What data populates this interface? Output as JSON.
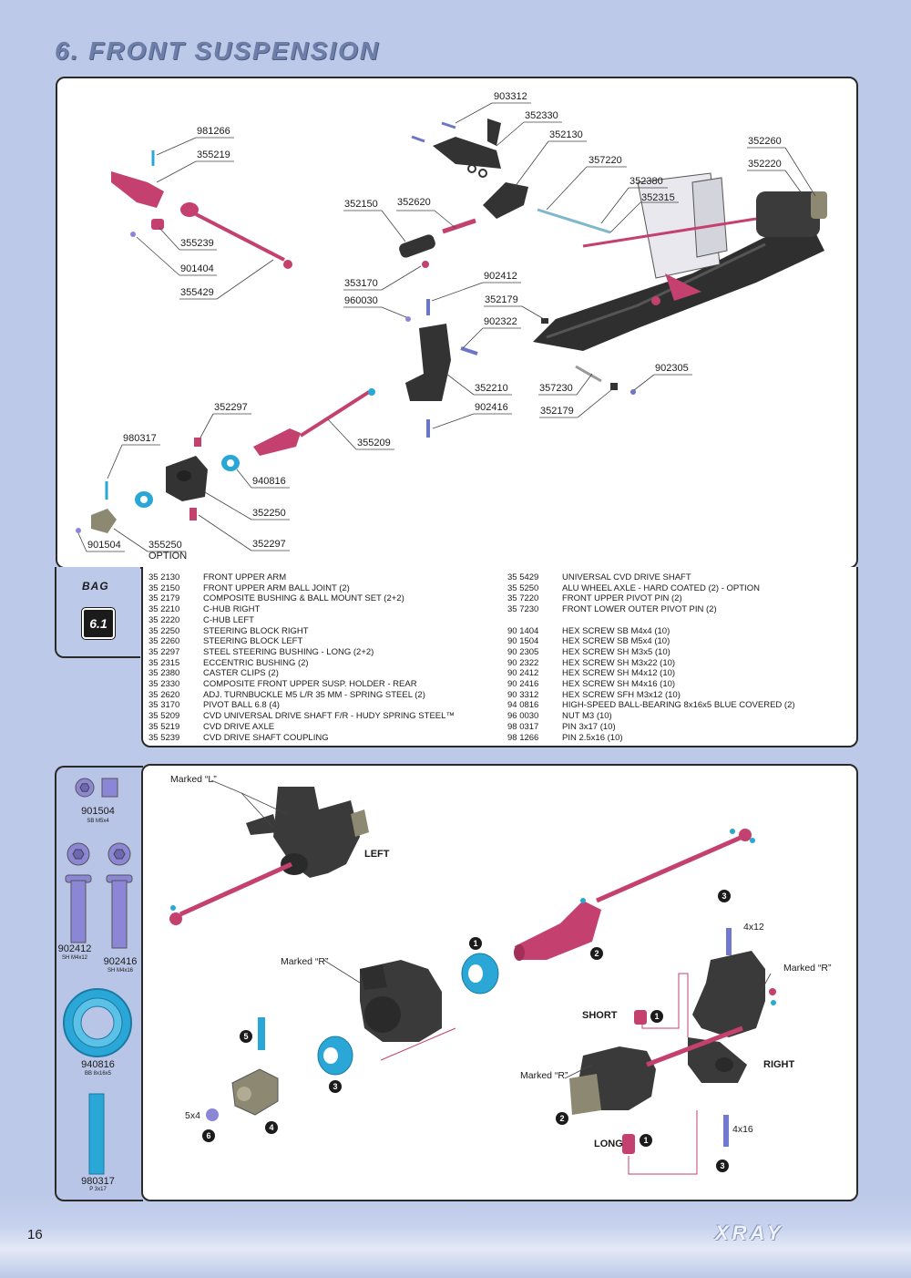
{
  "header": {
    "title": "6. FRONT SUSPENSION"
  },
  "callouts": {
    "c903312": "903312",
    "c352330": "352330",
    "c352130": "352130",
    "c352260": "352260",
    "c981266": "981266",
    "c355219": "355219",
    "c357220": "357220",
    "c352220": "352220",
    "c352380": "352380",
    "c352315": "352315",
    "c352150": "352150",
    "c352620": "352620",
    "c355239": "355239",
    "c901404": "901404",
    "c355429": "355429",
    "c353170": "353170",
    "c960030": "960030",
    "c902412": "902412",
    "c352179a": "352179",
    "c902322": "902322",
    "c902305": "902305",
    "c357230": "357230",
    "c352210": "352210",
    "c902416": "902416",
    "c352179b": "352179",
    "c352297a": "352297",
    "c355209": "355209",
    "c980317": "980317",
    "c940816": "940816",
    "c352250": "352250",
    "c352297b": "352297",
    "c901504": "901504",
    "c355250": "355250",
    "c_option": "OPTION"
  },
  "bag": {
    "label": "BAG",
    "number": "6.1"
  },
  "parts_left": [
    {
      "num": "35 2130",
      "desc": "FRONT UPPER ARM"
    },
    {
      "num": "35 2150",
      "desc": "FRONT UPPER ARM BALL JOINT (2)"
    },
    {
      "num": "35 2179",
      "desc": "COMPOSITE BUSHING & BALL MOUNT SET (2+2)"
    },
    {
      "num": "35 2210",
      "desc": "C-HUB RIGHT"
    },
    {
      "num": "35 2220",
      "desc": "C-HUB LEFT"
    },
    {
      "num": "35 2250",
      "desc": "STEERING BLOCK RIGHT"
    },
    {
      "num": "35 2260",
      "desc": "STEERING BLOCK LEFT"
    },
    {
      "num": "35 2297",
      "desc": "STEEL STEERING BUSHING - LONG (2+2)"
    },
    {
      "num": "35 2315",
      "desc": "ECCENTRIC BUSHING (2)"
    },
    {
      "num": "35 2380",
      "desc": "CASTER CLIPS (2)"
    },
    {
      "num": "35 2330",
      "desc": "COMPOSITE FRONT UPPER SUSP. HOLDER - REAR"
    },
    {
      "num": "35 2620",
      "desc": "ADJ. TURNBUCKLE M5 L/R 35 MM  - SPRING STEEL (2)"
    },
    {
      "num": "35 3170",
      "desc": "PIVOT BALL 6.8 (4)"
    },
    {
      "num": "35 5209",
      "desc": "CVD UNIVERSAL DRIVE SHAFT F/R - HUDY SPRING STEEL™"
    },
    {
      "num": "35 5219",
      "desc": "CVD DRIVE AXLE"
    },
    {
      "num": "35 5239",
      "desc": "CVD DRIVE SHAFT COUPLING"
    }
  ],
  "parts_right": [
    {
      "num": "35 5429",
      "desc": "UNIVERSAL CVD DRIVE SHAFT"
    },
    {
      "num": "35 5250",
      "desc": "ALU WHEEL AXLE - HARD COATED (2) - OPTION"
    },
    {
      "num": "35 7220",
      "desc": "FRONT UPPER PIVOT PIN (2)"
    },
    {
      "num": "35 7230",
      "desc": "FRONT LOWER OUTER PIVOT PIN (2)"
    },
    {
      "num": "",
      "desc": ""
    },
    {
      "num": "90 1404",
      "desc": "HEX SCREW  SB M4x4  (10)"
    },
    {
      "num": "90 1504",
      "desc": "HEX SCREW  SB M5x4  (10)"
    },
    {
      "num": "90 2305",
      "desc": "HEX SCREW  SH M3x5  (10)"
    },
    {
      "num": "90 2322",
      "desc": "HEX SCREW  SH M3x22  (10)"
    },
    {
      "num": "90 2412",
      "desc": "HEX SCREW  SH M4x12  (10)"
    },
    {
      "num": "90 2416",
      "desc": "HEX SCREW  SH M4x16  (10)"
    },
    {
      "num": "90 3312",
      "desc": "HEX SCREW  SFH M3x12  (10)"
    },
    {
      "num": "94 0816",
      "desc": "HIGH-SPEED BALL-BEARING 8x16x5 BLUE COVERED (2)"
    },
    {
      "num": "96 0030",
      "desc": "NUT M3  (10)"
    },
    {
      "num": "98 0317",
      "desc": "PIN 3x17  (10)"
    },
    {
      "num": "98 1266",
      "desc": "PIN 2.5x16  (10)"
    }
  ],
  "side_parts": [
    {
      "code": "901504",
      "spec": "SB M5x4"
    },
    {
      "code": "902412",
      "spec": "SH M4x12"
    },
    {
      "code": "902416",
      "spec": "SH M4x16"
    },
    {
      "code": "940816",
      "spec": "BB 8x16x5"
    },
    {
      "code": "980317",
      "spec": "P 3x17"
    }
  ],
  "assembly": {
    "marked_l": "Marked “L”",
    "marked_r1": "Marked “R”",
    "marked_r2": "Marked “R”",
    "marked_r3": "Marked “R”",
    "left": "LEFT",
    "right": "RIGHT",
    "short": "SHORT",
    "long": "LONG",
    "s4x12": "4x12",
    "s4x16": "4x16",
    "s5x4": "5x4",
    "steps": [
      "1",
      "2",
      "3",
      "4",
      "5",
      "6"
    ]
  },
  "footer": {
    "page": "16",
    "brand": "XRAY"
  },
  "colors": {
    "background": "#bcc9e8",
    "part_pink": "#c4406e",
    "part_blue": "#2aa7d6",
    "hardware_purple": "#8c86d6",
    "plastic_black": "#3a3a3a"
  }
}
